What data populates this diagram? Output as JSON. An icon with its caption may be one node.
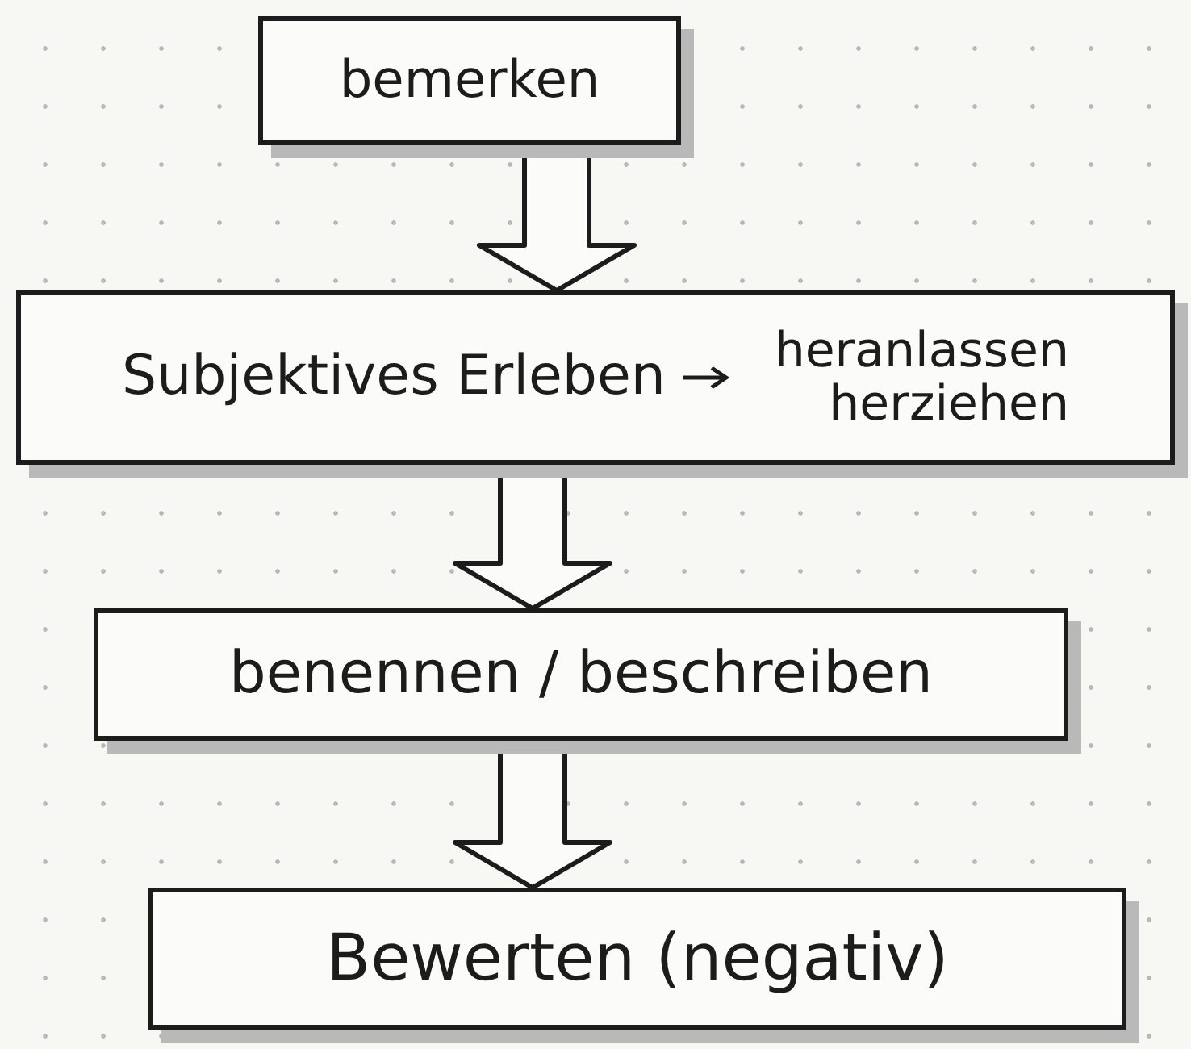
{
  "diagram": {
    "nodes": [
      {
        "text": [
          "bemerken"
        ]
      },
      {
        "text": [
          "Subjektives Erleben",
          "heranlassen herziehen"
        ]
      },
      {
        "text": [
          "benennen / beschreiben"
        ]
      },
      {
        "text": [
          "Bewerten (negativ)"
        ]
      }
    ],
    "edges": [
      {
        "from": 0,
        "to": 1,
        "arrow": "to"
      },
      {
        "from": 1,
        "to": 2,
        "arrow": "to"
      },
      {
        "from": 2,
        "to": 3,
        "arrow": "to"
      }
    ]
  }
}
